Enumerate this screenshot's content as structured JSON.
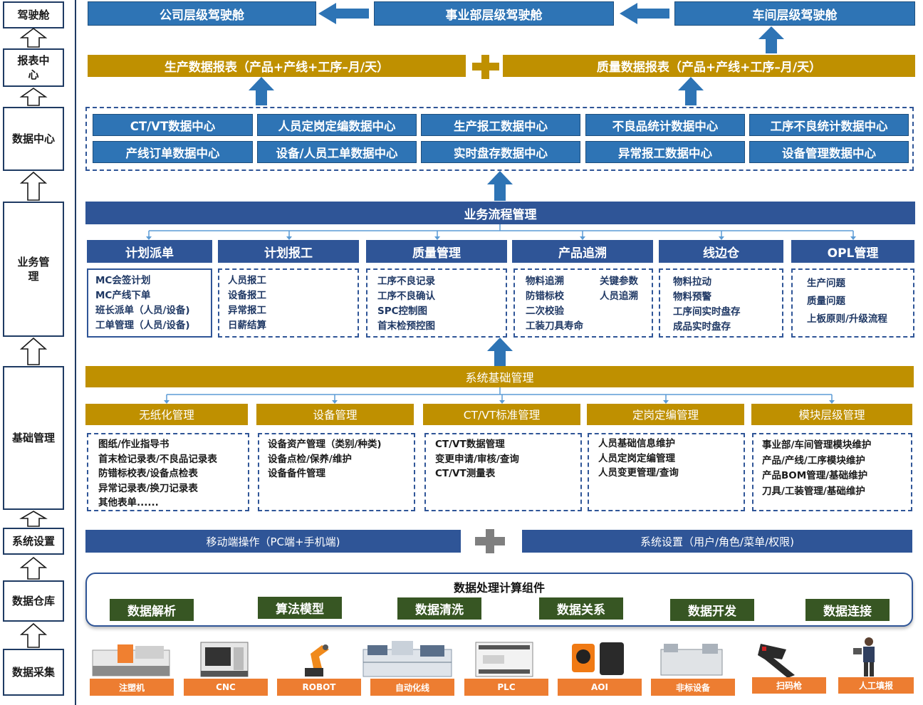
{
  "sidebar": [
    "驾驶舱",
    "报表中心",
    "数据中心",
    "业务管理",
    "基础管理",
    "系统设置",
    "数据仓库",
    "数据采集"
  ],
  "cockpits": [
    "公司层级驾驶舱",
    "事业部层级驾驶舱",
    "车间层级驾驶舱"
  ],
  "reports": [
    "生产数据报表（产品+产线+工序–月/天）",
    "质量数据报表（产品+产线+工序–月/天）"
  ],
  "data_centers": [
    [
      "CT/VT数据中心",
      "人员定岗定编数据中心",
      "生产报工数据中心",
      "不良品统计数据中心",
      "工序不良统计数据中心"
    ],
    [
      "产线订单数据中心",
      "设备/人员工单数据中心",
      "实时盘存数据中心",
      "异常报工数据中心",
      "设备管理数据中心"
    ]
  ],
  "business": {
    "title": "业务流程管理",
    "modules": [
      "计划派单",
      "计划报工",
      "质量管理",
      "产品追溯",
      "线边仓",
      "OPL管理"
    ],
    "details": [
      [
        "MC会签计划",
        "MC产线下单",
        "班长派单（人员/设备)",
        "工单管理（人员/设备)"
      ],
      [
        "人员报工",
        "设备报工",
        "异常报工",
        "日薪结算"
      ],
      [
        "工序不良记录",
        "工序不良确认",
        "SPC控制图",
        "首末检预控图"
      ],
      [
        "物料追溯",
        "防错标校",
        "二次校验",
        "工装刀具寿命",
        "关键参数",
        "人员追溯"
      ],
      [
        "物料拉动",
        "物料预警",
        "工序间实时盘存",
        "成品实时盘存"
      ],
      [
        "生产问题",
        "质量问题",
        "上板原则/升级流程"
      ]
    ]
  },
  "foundation": {
    "title": "系统基础管理",
    "modules": [
      "无纸化管理",
      "设备管理",
      "CT/VT标准管理",
      "定岗定编管理",
      "模块层级管理"
    ],
    "details": [
      [
        "图纸/作业指导书",
        "首末检记录表/不良品记录表",
        "防错标校表/设备点检表",
        "异常记录表/换刀记录表",
        "其他表单......"
      ],
      [
        "设备资产管理（类别/种类)",
        "设备点检/保养/维护",
        "设备备件管理"
      ],
      [
        "CT/VT数据管理",
        "变更申请/审核/查询",
        "CT/VT测量表"
      ],
      [
        "人员基础信息维护",
        "人员定岗定编管理",
        "人员变更管理/查询"
      ],
      [
        "事业部/车间管理模块维护",
        "产品/产线/工序模块维护",
        "产品BOM管理/基础维护",
        "刀具/工装管理/基础维护"
      ]
    ]
  },
  "settings": [
    "移动端操作（PC端+手机端)",
    "系统设置（用户/角色/菜单/权限)"
  ],
  "compute": {
    "title": "数据处理计算组件",
    "items": [
      "数据解析",
      "算法模型",
      "数据清洗",
      "数据关系",
      "数据开发",
      "数据连接"
    ]
  },
  "devices": [
    "注塑机",
    "CNC",
    "ROBOT",
    "自动化线",
    "PLC",
    "AOI",
    "非标设备",
    "扫码枪",
    "人工填报"
  ],
  "colors": {
    "blue": "#2e74b5",
    "navy": "#2f5597",
    "gold": "#bf9000",
    "green": "#375623",
    "orange": "#ed7d31"
  }
}
